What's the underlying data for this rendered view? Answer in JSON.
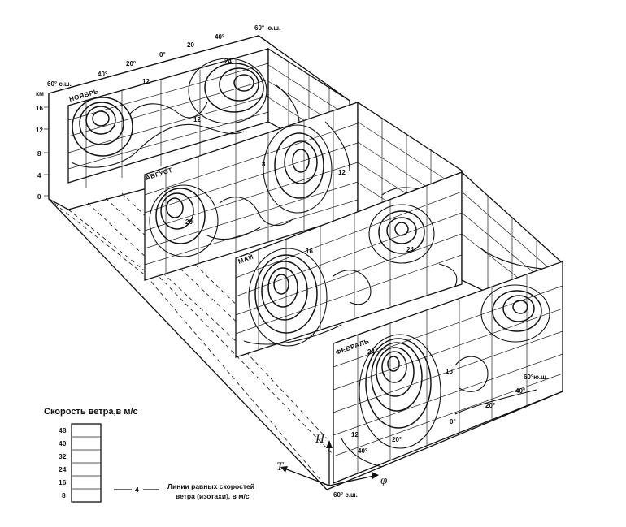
{
  "figure": {
    "height_axis": {
      "unit": "км",
      "ticks": [
        "16",
        "12",
        "8",
        "4",
        "0"
      ]
    },
    "months": {
      "november": "НОЯБРЬ",
      "august": "АВГУСТ",
      "may": "МАЙ",
      "february": "ФЕВРАЛЬ"
    },
    "back_latitudes": {
      "north": "60° с.ш.",
      "l40n": "40°",
      "l20n": "20°",
      "eq": "0°",
      "l20s": "20",
      "l40s": "40°",
      "south": "60° ю.ш."
    },
    "front_latitudes": {
      "north": "60° с.ш.",
      "l40n": "40°",
      "l20n": "20°",
      "eq": "0°",
      "l20s": "20°",
      "l40s": "40°",
      "south": "60°ю.ш."
    },
    "isotach_values": {
      "nov_a": "12",
      "nov_b": "24",
      "nov_c": "12",
      "aug_a": "20",
      "aug_b": "8",
      "aug_c": "12",
      "may_a": "16",
      "may_b": "24",
      "may_c": "12",
      "feb_a": "24",
      "feb_b": "16",
      "feb_c": "12"
    },
    "axis_letters": {
      "height": "H",
      "time": "T",
      "latitude": "φ"
    }
  },
  "legend": {
    "title": "Скорость ветра,в м/с",
    "scale_values": [
      "48",
      "40",
      "32",
      "24",
      "16",
      "8"
    ],
    "isotach_sample_value": "4",
    "isotach_caption_line1": "Линии равных скоростей",
    "isotach_caption_line2": "ветра (изотахи), в м/с"
  },
  "colors": {
    "ink": "#111111",
    "background": "#ffffff"
  }
}
